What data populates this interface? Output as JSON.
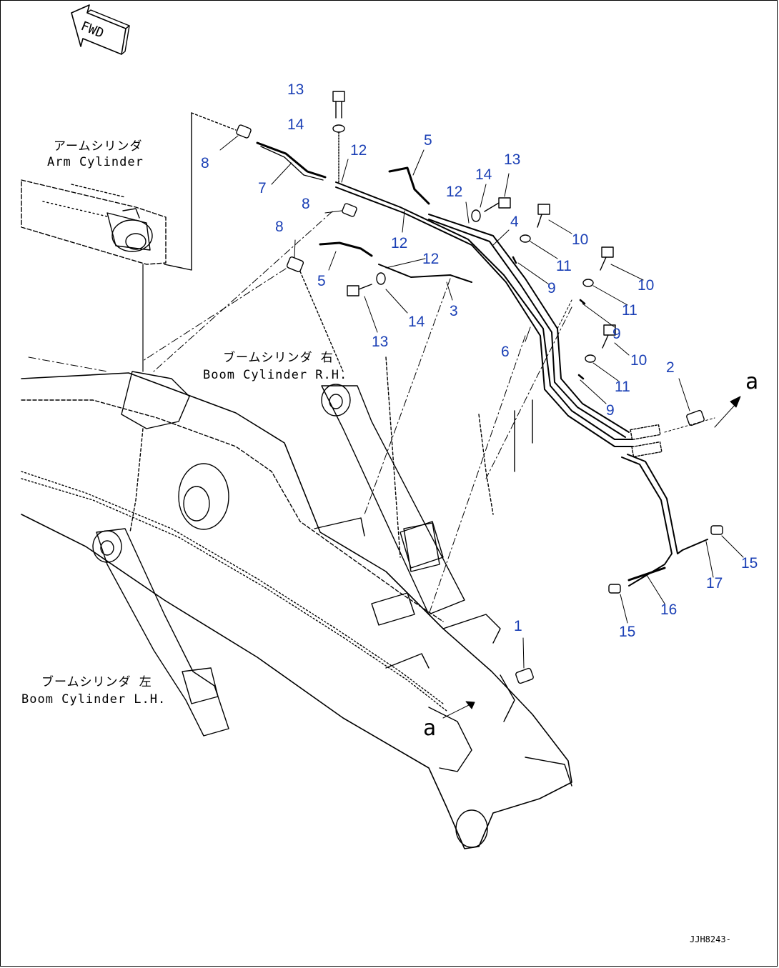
{
  "diagram": {
    "fwd_label": "FWD",
    "drawing_id": "JJH8243-",
    "labels": {
      "arm_cylinder_jp": "アームシリンダ",
      "arm_cylinder_en": "Arm Cylinder",
      "boom_rh_jp": "ブームシリンダ 右",
      "boom_rh_en": "Boom Cylinder R.H.",
      "boom_lh_jp": "ブームシリンダ 左",
      "boom_lh_en": "Boom Cylinder L.H."
    },
    "connection_markers": [
      "a",
      "a"
    ],
    "callouts": [
      {
        "id": "c13a",
        "text": "13"
      },
      {
        "id": "c14a",
        "text": "14"
      },
      {
        "id": "c8a",
        "text": "8"
      },
      {
        "id": "c7",
        "text": "7"
      },
      {
        "id": "c12a",
        "text": "12"
      },
      {
        "id": "c5a",
        "text": "5"
      },
      {
        "id": "c14b",
        "text": "14"
      },
      {
        "id": "c13b",
        "text": "13"
      },
      {
        "id": "c12b",
        "text": "12"
      },
      {
        "id": "c8b",
        "text": "8"
      },
      {
        "id": "c8c",
        "text": "8"
      },
      {
        "id": "c12c",
        "text": "12"
      },
      {
        "id": "c4",
        "text": "4"
      },
      {
        "id": "c10a",
        "text": "10"
      },
      {
        "id": "c11a",
        "text": "11"
      },
      {
        "id": "c12d",
        "text": "12"
      },
      {
        "id": "c5b",
        "text": "5"
      },
      {
        "id": "c9a",
        "text": "9"
      },
      {
        "id": "c10b",
        "text": "10"
      },
      {
        "id": "c3",
        "text": "3"
      },
      {
        "id": "c14c",
        "text": "14"
      },
      {
        "id": "c11b",
        "text": "11"
      },
      {
        "id": "c13c",
        "text": "13"
      },
      {
        "id": "c9b",
        "text": "9"
      },
      {
        "id": "c6",
        "text": "6"
      },
      {
        "id": "c10c",
        "text": "10"
      },
      {
        "id": "c2",
        "text": "2"
      },
      {
        "id": "c11c",
        "text": "11"
      },
      {
        "id": "c9c",
        "text": "9"
      },
      {
        "id": "c15a",
        "text": "15"
      },
      {
        "id": "c17",
        "text": "17"
      },
      {
        "id": "c16",
        "text": "16"
      },
      {
        "id": "c15b",
        "text": "15"
      },
      {
        "id": "c1",
        "text": "1"
      }
    ]
  }
}
